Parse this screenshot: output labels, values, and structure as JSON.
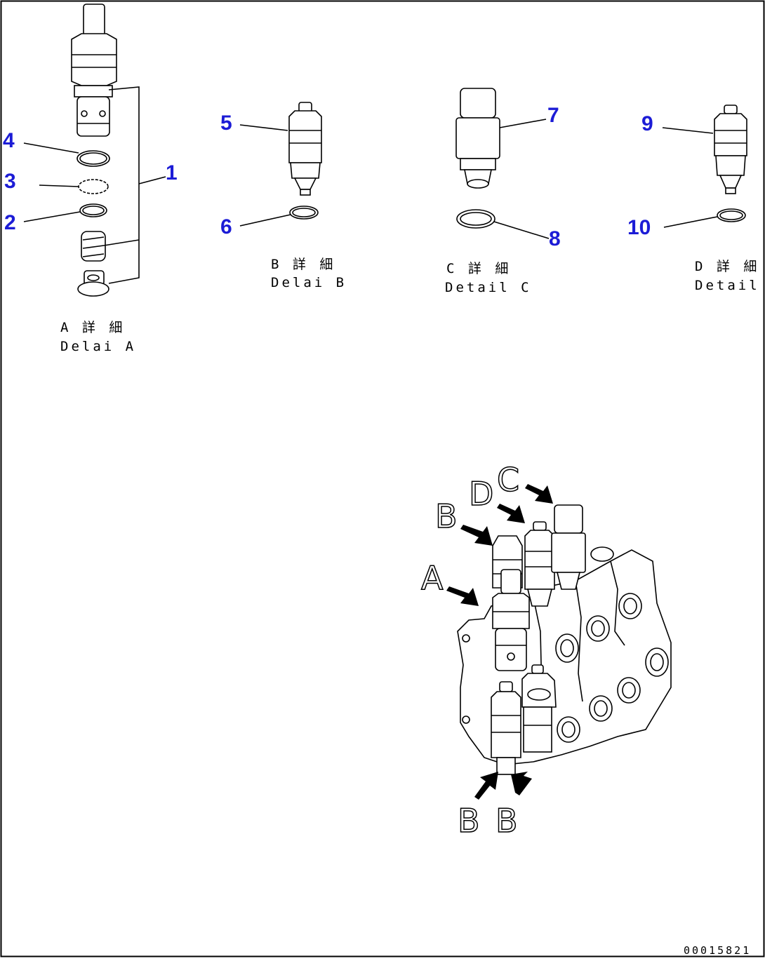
{
  "callouts": [
    "1",
    "2",
    "3",
    "4",
    "5",
    "6",
    "7",
    "8",
    "9",
    "10"
  ],
  "details": {
    "a": {
      "jp": "A 詳 細",
      "en": "Delai A"
    },
    "b": {
      "jp": "B 詳 細",
      "en": "Delai B"
    },
    "c": {
      "jp": "C 詳 細",
      "en": "Detail C"
    },
    "d": {
      "jp": "D 詳 細",
      "en": "Detail D"
    }
  },
  "view_letters": {
    "a": "A",
    "b": "B",
    "c": "C",
    "d": "D"
  },
  "figure_number": "00015821"
}
